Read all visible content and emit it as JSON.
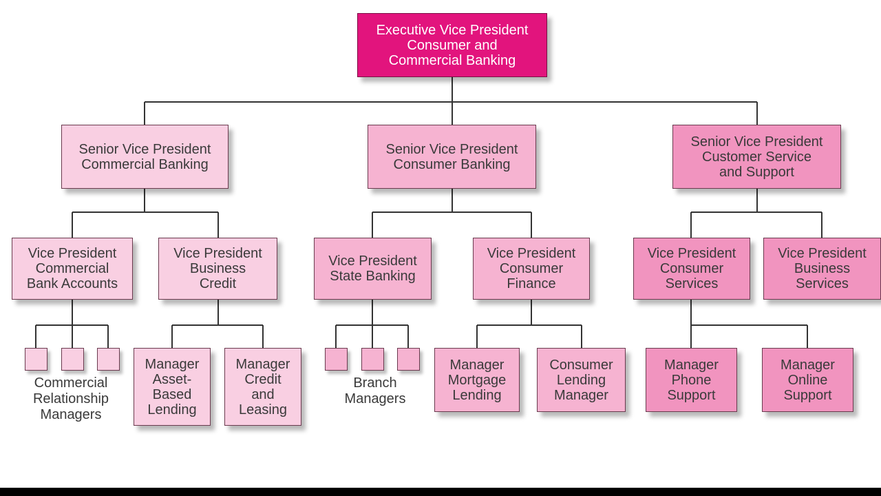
{
  "org_chart": {
    "root": [
      "Executive Vice President",
      "Consumer and",
      "Commercial Banking"
    ],
    "commercial": {
      "svp": [
        "Senior Vice President",
        "Commercial Banking"
      ],
      "vp_accounts": [
        "Vice President",
        "Commercial",
        "Bank Accounts"
      ],
      "vp_credit": [
        "Vice President",
        "Business",
        "Credit"
      ],
      "relationship_caption": [
        "Commercial",
        "Relationship",
        "Managers"
      ],
      "mgr_asset": [
        "Manager",
        "Asset-",
        "Based",
        "Lending"
      ],
      "mgr_leasing": [
        "Manager",
        "Credit",
        "and",
        "Leasing"
      ]
    },
    "consumer": {
      "svp": [
        "Senior Vice President",
        "Consumer Banking"
      ],
      "vp_state": [
        "Vice President",
        "State Banking"
      ],
      "vp_finance": [
        "Vice President",
        "Consumer",
        "Finance"
      ],
      "branch_caption": [
        "Branch",
        "Managers"
      ],
      "mgr_mortgage": [
        "Manager",
        "Mortgage",
        "Lending"
      ],
      "mgr_lending": [
        "Consumer",
        "Lending",
        "Manager"
      ]
    },
    "service": {
      "svp": [
        "Senior Vice President",
        "Customer Service",
        "and Support"
      ],
      "vp_consumer": [
        "Vice President",
        "Consumer",
        "Services"
      ],
      "vp_business": [
        "Vice President",
        "Business",
        "Services"
      ],
      "mgr_phone": [
        "Manager",
        "Phone",
        "Support"
      ],
      "mgr_online": [
        "Manager",
        "Online",
        "Support"
      ]
    }
  },
  "colors": {
    "executive": "#e2147d",
    "commercial_tint": "#f9cfe2",
    "consumer_tint": "#f6b3d1",
    "service_tint": "#f194bf",
    "border": "#6a3a4e",
    "connector": "#333333"
  }
}
